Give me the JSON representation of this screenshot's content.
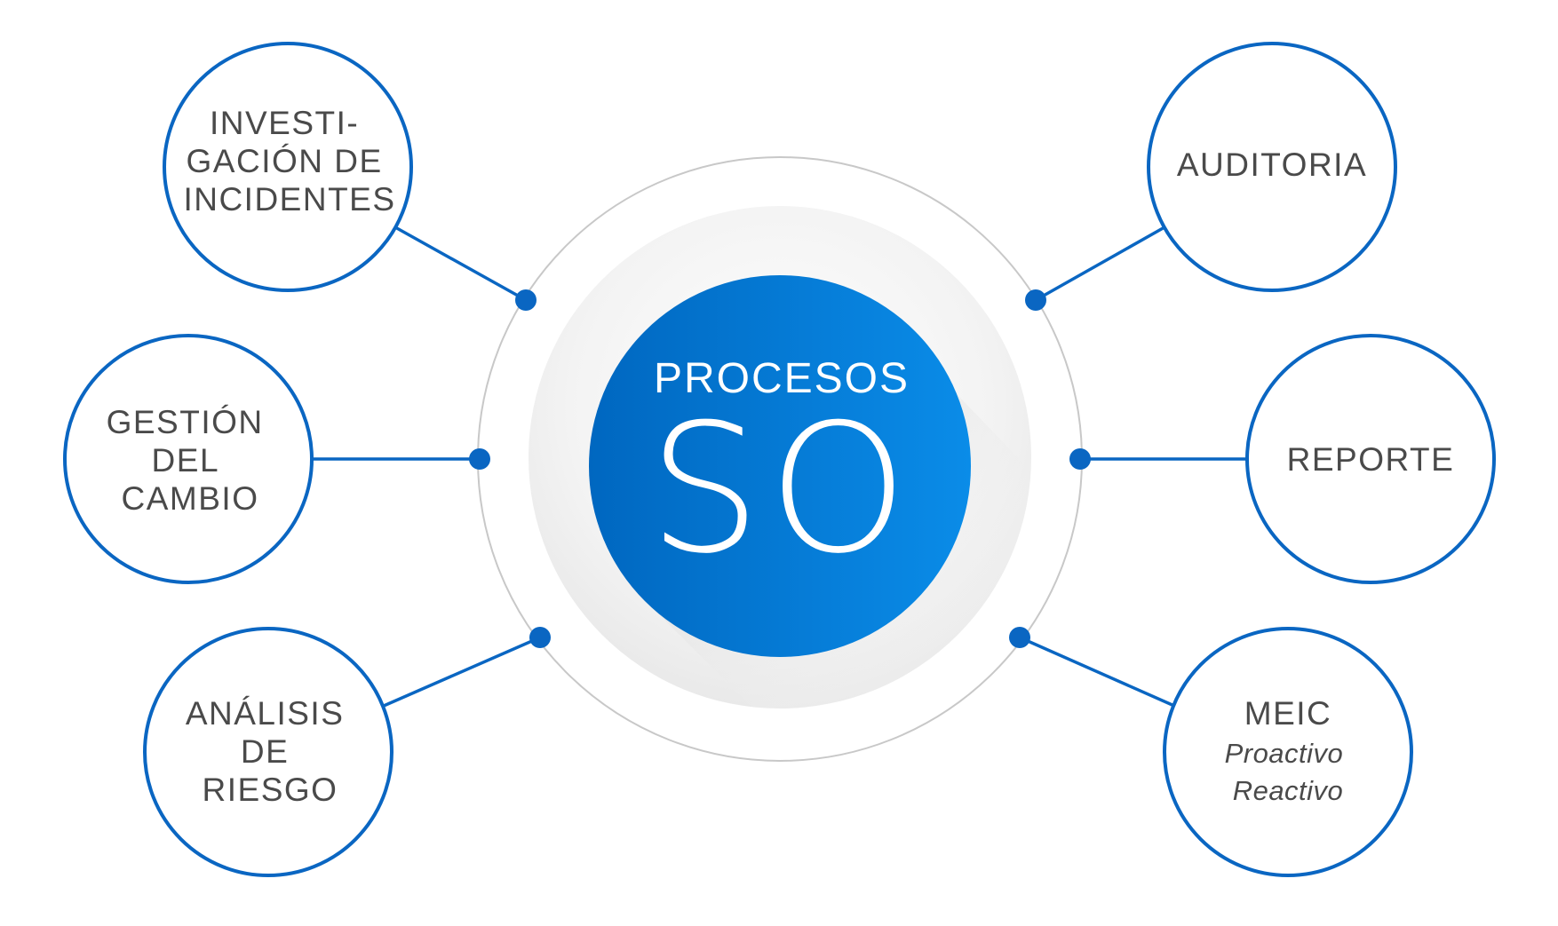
{
  "hub": {
    "title_small": "PROCESOS",
    "title_big": "SO"
  },
  "nodes": [
    {
      "id": "investigacion",
      "lines": [
        "INVESTI-",
        "GACIÓN DE",
        "INCIDENTES"
      ],
      "italic_lines": []
    },
    {
      "id": "gestion",
      "lines": [
        "GESTIÓN",
        "DEL",
        "CAMBIO"
      ],
      "italic_lines": []
    },
    {
      "id": "analisis",
      "lines": [
        "ANÁLISIS",
        "DE",
        "RIESGO"
      ],
      "italic_lines": []
    },
    {
      "id": "auditoria",
      "lines": [
        "AUDITORIA"
      ],
      "italic_lines": []
    },
    {
      "id": "reporte",
      "lines": [
        "REPORTE"
      ],
      "italic_lines": []
    },
    {
      "id": "meic",
      "lines": [
        "MEIC"
      ],
      "italic_lines": [
        "Proactivo",
        "Reactivo"
      ]
    }
  ],
  "colors": {
    "accent": "#0a66c2",
    "hub_gradient_start": "#0067c0",
    "hub_gradient_end": "#0a8ce8",
    "outer_ring": "#c8c8c8",
    "label_text": "#4a4a4a"
  }
}
